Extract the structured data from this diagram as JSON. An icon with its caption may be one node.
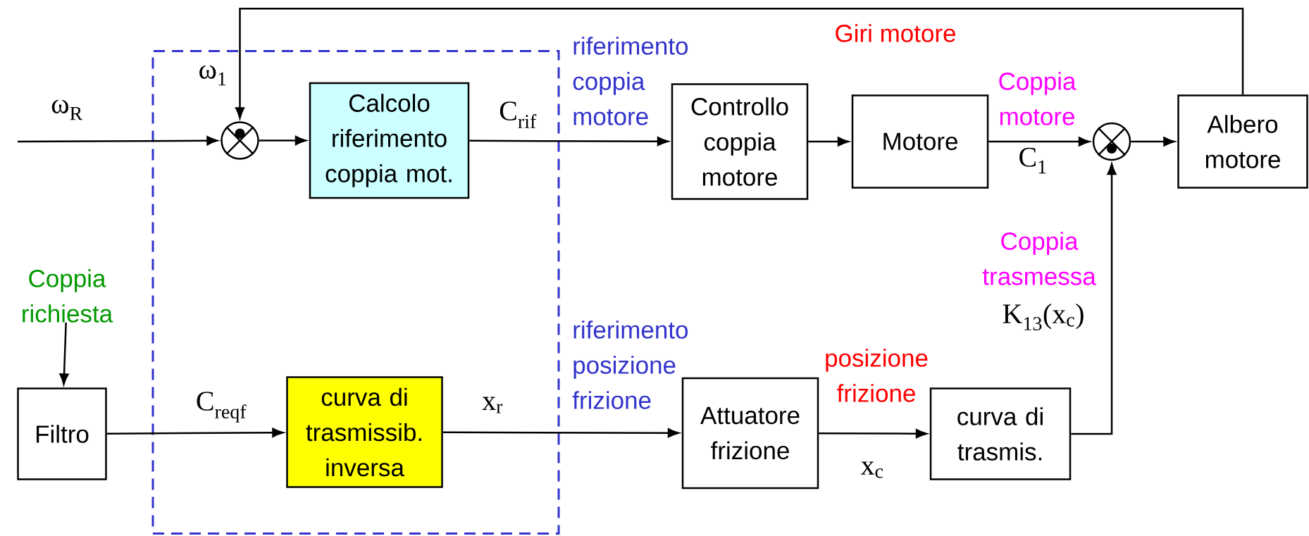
{
  "diagram": {
    "nodes": [
      {
        "text": [],
        "shape": "box"
      },
      {
        "text": [],
        "shape": "circle",
        "in": 0
      },
      {
        "text": [
          "Calcolo riferimento coppia mot."
        ],
        "in": 0
      },
      {
        "text": [
          "Controllo coppia motore"
        ]
      },
      {
        "text": [
          "Motore"
        ]
      },
      {
        "text": [],
        "shape": "circle"
      },
      {
        "text": [
          "Albero motore"
        ]
      },
      {
        "text": [
          "Coppia richiesta"
        ]
      },
      {
        "text": [
          "Filtro"
        ]
      },
      {
        "text": [
          "curva di trasmissib. inversa"
        ],
        "in": 0
      },
      {
        "text": [
          "Attuatore frizione"
        ]
      },
      {
        "text": [
          "curva di trasmis."
        ]
      }
    ],
    "edges": [
      {
        "from": null,
        "to": 1,
        "arrow": "to",
        "label": "ω$_{R}$"
      },
      {
        "from": 1,
        "to": 2,
        "arrow": "to"
      },
      {
        "from": 2,
        "to": 3,
        "arrow": "to",
        "label": "C$_{rif}$"
      },
      {
        "from": 3,
        "to": 4,
        "arrow": "to"
      },
      {
        "from": 4,
        "to": 5,
        "arrow": "to",
        "label": "C$_{1}$"
      },
      {
        "from": 5,
        "to": 6,
        "arrow": "to"
      },
      {
        "from": 6,
        "to": 1,
        "arrow": "to",
        "label": "Giri motore"
      },
      {
        "from": 7,
        "to": 8,
        "arrow": "to"
      },
      {
        "from": 8,
        "to": 9,
        "arrow": "to",
        "label": "C$_{reqf}$"
      },
      {
        "from": 9,
        "to": 10,
        "arrow": "to",
        "label": "x$_{r}$"
      },
      {
        "from": 10,
        "to": 11,
        "arrow": "to",
        "label": "x$_{c}$"
      },
      {
        "from": 11,
        "to": 5,
        "arrow": "to",
        "label": "K$_{13}$(x$_{c}$)"
      }
    ],
    "labels": [
      "ω$_{1}$",
      "riferimento coppia motore",
      "Coppia motore",
      "Coppia trasmessa",
      "riferimento posizione frizione",
      "posizione frizione"
    ]
  }
}
